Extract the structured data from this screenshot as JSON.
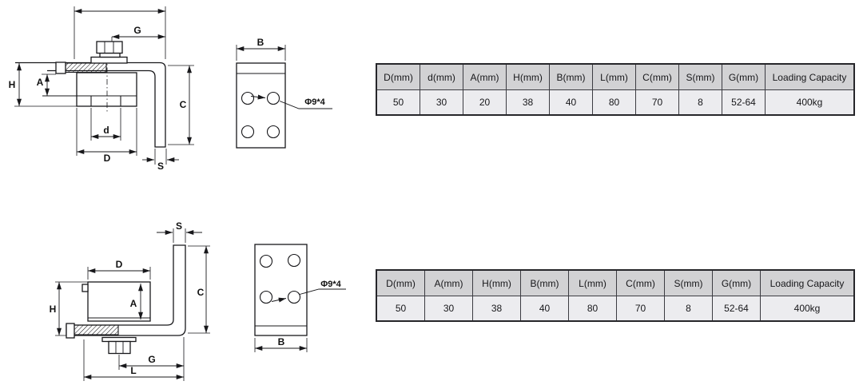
{
  "page": {
    "background": "#ffffff",
    "line_color": "#18181b"
  },
  "views": {
    "top_side": {
      "labels": {
        "g": "G",
        "h": "H",
        "a": "A",
        "d_small": "d",
        "d_large": "D",
        "c": "C",
        "s": "S"
      }
    },
    "top_plate": {
      "labels": {
        "b": "B"
      },
      "hole_callout": "Φ9*4"
    },
    "bottom_side": {
      "labels": {
        "s": "S",
        "d_large": "D",
        "a": "A",
        "h": "H",
        "c": "C",
        "g": "G",
        "l": "L"
      }
    },
    "bottom_plate": {
      "labels": {
        "b": "B"
      },
      "hole_callout": "Φ9*4"
    }
  },
  "tables": [
    {
      "headers": [
        "D(mm)",
        "d(mm)",
        "A(mm)",
        "H(mm)",
        "B(mm)",
        "L(mm)",
        "C(mm)",
        "S(mm)",
        "G(mm)",
        "Loading Capacity"
      ],
      "values": [
        "50",
        "30",
        "20",
        "38",
        "40",
        "80",
        "70",
        "8",
        "52-64",
        "400kg"
      ]
    },
    {
      "headers": [
        "D(mm)",
        "A(mm)",
        "H(mm)",
        "B(mm)",
        "L(mm)",
        "C(mm)",
        "S(mm)",
        "G(mm)",
        "Loading Capacity"
      ],
      "values": [
        "50",
        "30",
        "38",
        "40",
        "80",
        "70",
        "8",
        "52-64",
        "400kg"
      ]
    }
  ]
}
